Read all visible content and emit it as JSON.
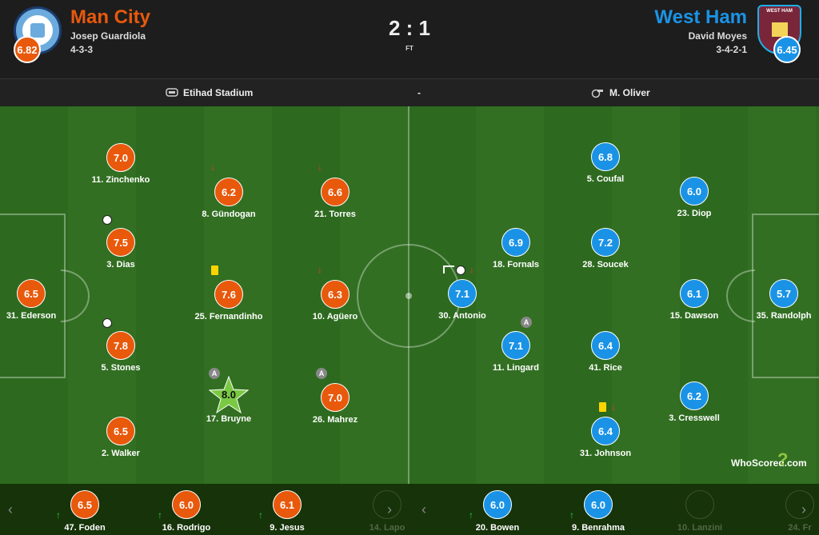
{
  "home": {
    "name": "Man City",
    "manager": "Josep Guardiola",
    "formation": "4-3-3",
    "rating": "6.82",
    "color": "#e8590c"
  },
  "away": {
    "name": "West Ham",
    "manager": "David Moyes",
    "formation": "3-4-2-1",
    "rating": "6.45",
    "color": "#1a93e6",
    "crest_text": "WEST HAM"
  },
  "score": "2 : 1",
  "status": "FT",
  "venue": "Etihad Stadium",
  "separator": "-",
  "referee": "M. Oliver",
  "home_players": [
    {
      "rating": "7.0",
      "name": "11. Zinchenko"
    },
    {
      "rating": "6.2",
      "name": "8. Gündogan"
    },
    {
      "rating": "6.6",
      "name": "21. Torres"
    },
    {
      "rating": "7.5",
      "name": "3. Dias"
    },
    {
      "rating": "6.5",
      "name": "31. Ederson"
    },
    {
      "rating": "7.6",
      "name": "25. Fernandinho"
    },
    {
      "rating": "6.3",
      "name": "10. Agüero"
    },
    {
      "rating": "7.8",
      "name": "5. Stones"
    },
    {
      "rating": "8.0",
      "name": "17. Bruyne"
    },
    {
      "rating": "7.0",
      "name": "26. Mahrez"
    },
    {
      "rating": "6.5",
      "name": "2. Walker"
    }
  ],
  "away_players": [
    {
      "rating": "6.8",
      "name": "5. Coufal"
    },
    {
      "rating": "6.0",
      "name": "23. Diop"
    },
    {
      "rating": "6.9",
      "name": "18. Fornals"
    },
    {
      "rating": "7.2",
      "name": "28. Soucek"
    },
    {
      "rating": "7.1",
      "name": "30. Antonio"
    },
    {
      "rating": "6.1",
      "name": "15. Dawson"
    },
    {
      "rating": "5.7",
      "name": "35. Randolph"
    },
    {
      "rating": "7.1",
      "name": "11. Lingard"
    },
    {
      "rating": "6.4",
      "name": "41. Rice"
    },
    {
      "rating": "6.2",
      "name": "3. Cresswell"
    },
    {
      "rating": "6.4",
      "name": "31. Johnson"
    }
  ],
  "captain_mark": "A",
  "home_bench": [
    {
      "rating": "6.5",
      "name": "47. Foden"
    },
    {
      "rating": "6.0",
      "name": "16. Rodrigo"
    },
    {
      "rating": "6.1",
      "name": "9. Jesus"
    },
    {
      "rating": "",
      "name": "14. Lapo"
    }
  ],
  "away_bench": [
    {
      "rating": "6.0",
      "name": "20. Bowen"
    },
    {
      "rating": "6.0",
      "name": "9. Benrahma"
    },
    {
      "rating": "",
      "name": "10. Lanzini"
    },
    {
      "rating": "",
      "name": "24. Fr"
    }
  ],
  "icons": {
    "prev": "chevron-left-icon",
    "next": "chevron-right-icon",
    "sub_off": "arrow-down-icon",
    "sub_on": "arrow-up-icon",
    "goal": "ball-icon",
    "card": "yellow-card-icon"
  },
  "glyphs": {
    "prev": "‹",
    "next": "›",
    "down": "↓",
    "up": "↑"
  },
  "brand": "WhoScored",
  "brand_suffix": ".com"
}
